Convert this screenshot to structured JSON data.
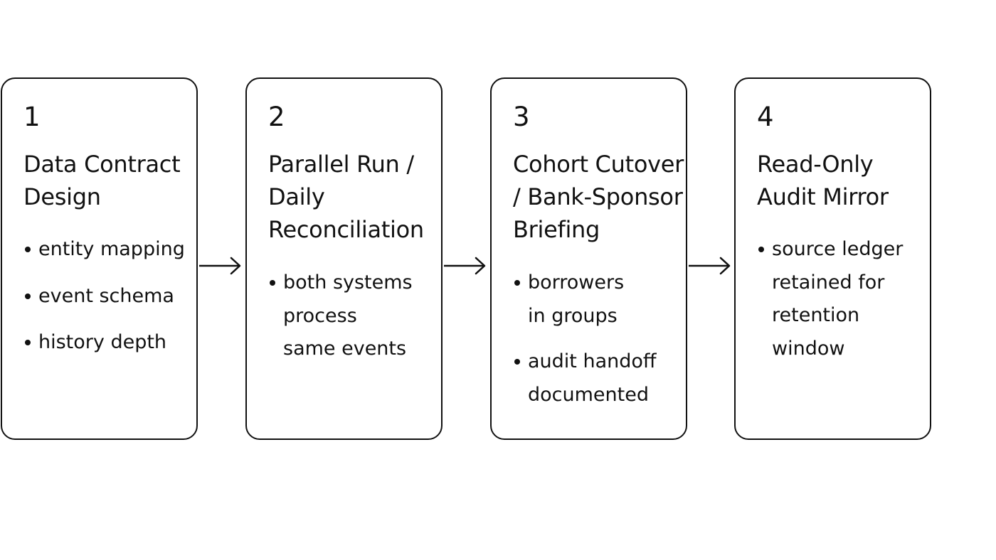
{
  "steps": [
    {
      "number": "1",
      "title_lines": [
        "Data Contract",
        "Design"
      ],
      "bullets": [
        {
          "lines": [
            "entity mapping"
          ]
        },
        {
          "lines": [
            "event schema"
          ]
        },
        {
          "lines": [
            "history depth"
          ]
        }
      ]
    },
    {
      "number": "2",
      "title_lines": [
        "Parallel Run /",
        "Daily",
        "Reconciliation"
      ],
      "bullets": [
        {
          "lines": [
            "both systems",
            "process",
            "same events"
          ]
        }
      ]
    },
    {
      "number": "3",
      "title_lines": [
        "Cohort Cutover",
        "/ Bank-Sponsor",
        "Briefing"
      ],
      "bullets": [
        {
          "lines": [
            "borrowers",
            "in groups"
          ]
        },
        {
          "lines": [
            "audit handoff",
            "documented"
          ]
        }
      ]
    },
    {
      "number": "4",
      "title_lines": [
        "Read-Only",
        "Audit Mirror"
      ],
      "bullets": [
        {
          "lines": [
            "source ledger",
            "retained for",
            "retention",
            "window"
          ]
        }
      ]
    }
  ],
  "colors": {
    "stroke": "#111111",
    "background": "#ffffff"
  },
  "icons": {
    "connector": "arrow-right-icon"
  }
}
